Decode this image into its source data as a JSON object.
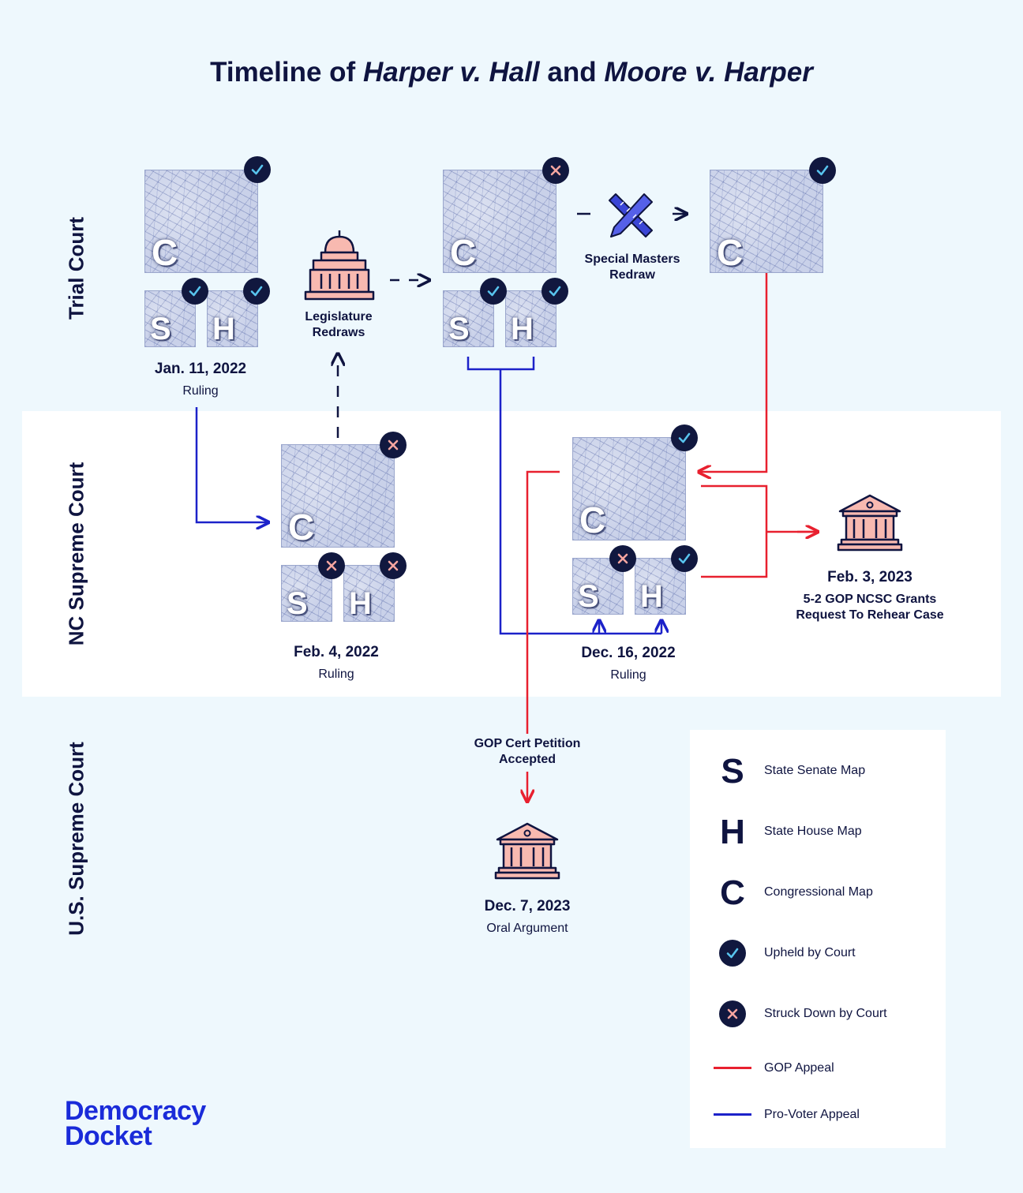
{
  "title": {
    "prefix": "Timeline of ",
    "case1": "Harper v. Hall",
    "mid": " and ",
    "case2": "Moore v. Harper"
  },
  "rows": {
    "trial": "Trial Court",
    "ncsc": "NC Supreme Court",
    "scotus": "U.S. Supreme Court"
  },
  "letters": {
    "s": "S",
    "h": "H",
    "c": "C"
  },
  "steps": {
    "jan11": {
      "date": "Jan. 11, 2022",
      "sub": "Ruling"
    },
    "legislature": {
      "line1": "Legislature",
      "line2": "Redraws"
    },
    "special": {
      "line1": "Special Masters",
      "line2": "Redraw"
    },
    "feb4": {
      "date": "Feb. 4, 2022",
      "sub": "Ruling"
    },
    "dec16": {
      "date": "Dec. 16, 2022",
      "sub": "Ruling"
    },
    "feb3": {
      "date": "Feb. 3, 2023",
      "line1": "5-2 GOP NCSC Grants",
      "line2": "Request To Rehear Case"
    },
    "cert": {
      "line1": "GOP Cert Petition",
      "line2": "Accepted"
    },
    "dec7": {
      "date": "Dec. 7, 2023",
      "sub": "Oral Argument"
    }
  },
  "legend": {
    "senate": "State Senate Map",
    "house": "State House Map",
    "congress": "Congressional Map",
    "upheld": "Upheld by Court",
    "struck": "Struck Down by Court",
    "gop": "GOP Appeal",
    "provoter": "Pro-Voter Appeal"
  },
  "logo": {
    "line1": "Democracy",
    "line2": "Docket"
  },
  "colors": {
    "background": "#eef8fd",
    "navy": "#0f1440",
    "gop_red": "#e8202f",
    "pro_voter_blue": "#1c22c9",
    "check_blue": "#58c4ee",
    "x_pink": "#f6a5a0",
    "building_fill": "#f8b9b0",
    "logo_blue": "#1a2bd9"
  },
  "icons": [
    "check-icon",
    "x-icon",
    "capitol-icon",
    "courthouse-icon",
    "pencil-ruler-icon"
  ]
}
